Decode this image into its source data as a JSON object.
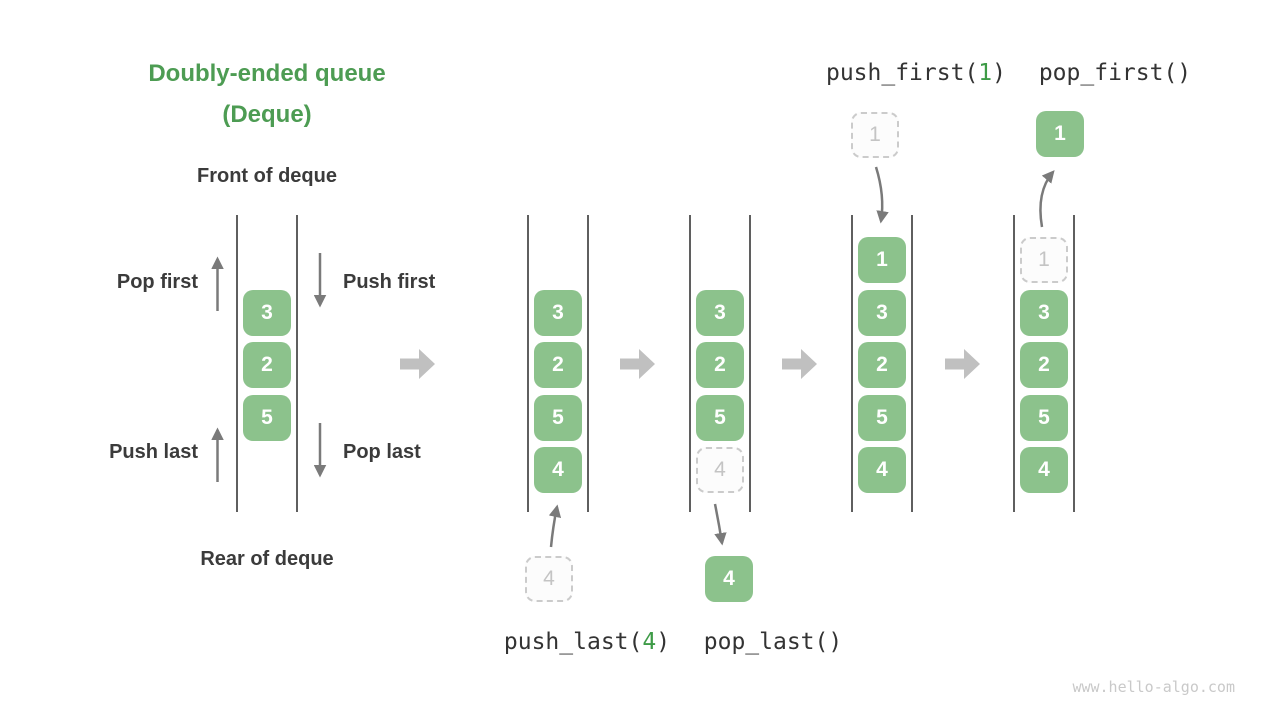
{
  "title": {
    "line1": "Doubly-ended queue",
    "line2": "(Deque)"
  },
  "left_diagram": {
    "front_label": "Front of deque",
    "rear_label": "Rear of deque",
    "ops": {
      "pop_first": "Pop first",
      "push_first": "Push first",
      "push_last": "Push last",
      "pop_last": "Pop last"
    },
    "cells": [
      {
        "value": "3",
        "slot": 1,
        "style": "solid"
      },
      {
        "value": "2",
        "slot": 2,
        "style": "solid"
      },
      {
        "value": "5",
        "slot": 3,
        "style": "solid"
      }
    ]
  },
  "code_labels": {
    "push_first": {
      "prefix": "push_first(",
      "arg": "1",
      "suffix": ")"
    },
    "pop_first": {
      "text": "pop_first()"
    },
    "push_last": {
      "prefix": "push_last(",
      "arg": "4",
      "suffix": ")"
    },
    "pop_last": {
      "text": "pop_last()"
    }
  },
  "states": [
    {
      "name": "after-initial-push-last",
      "cells": [
        {
          "value": "3",
          "slot": 1,
          "style": "solid"
        },
        {
          "value": "2",
          "slot": 2,
          "style": "solid"
        },
        {
          "value": "5",
          "slot": 3,
          "style": "solid"
        },
        {
          "value": "4",
          "slot": 4,
          "style": "solid"
        }
      ],
      "external": {
        "value": "4",
        "style": "ghost",
        "pos": "below"
      }
    },
    {
      "name": "after-pop-last",
      "cells": [
        {
          "value": "3",
          "slot": 1,
          "style": "solid"
        },
        {
          "value": "2",
          "slot": 2,
          "style": "solid"
        },
        {
          "value": "5",
          "slot": 3,
          "style": "solid"
        },
        {
          "value": "4",
          "slot": 4,
          "style": "ghost"
        }
      ],
      "external": {
        "value": "4",
        "style": "solid",
        "pos": "below"
      }
    },
    {
      "name": "after-push-first",
      "cells": [
        {
          "value": "1",
          "slot": 0,
          "style": "solid"
        },
        {
          "value": "3",
          "slot": 1,
          "style": "solid"
        },
        {
          "value": "2",
          "slot": 2,
          "style": "solid"
        },
        {
          "value": "5",
          "slot": 3,
          "style": "solid"
        },
        {
          "value": "4",
          "slot": 4,
          "style": "solid"
        }
      ],
      "external": {
        "value": "1",
        "style": "ghost",
        "pos": "above"
      }
    },
    {
      "name": "after-pop-first",
      "cells": [
        {
          "value": "1",
          "slot": 0,
          "style": "ghost"
        },
        {
          "value": "3",
          "slot": 1,
          "style": "solid"
        },
        {
          "value": "2",
          "slot": 2,
          "style": "solid"
        },
        {
          "value": "5",
          "slot": 3,
          "style": "solid"
        },
        {
          "value": "4",
          "slot": 4,
          "style": "solid"
        }
      ],
      "external": {
        "value": "1",
        "style": "solid",
        "pos": "above"
      }
    }
  ],
  "watermark": "www.hello-algo.com",
  "colors": {
    "title_green": "#4D9C53",
    "code_green": "#3E9B47",
    "cell_green": "#8CC28C",
    "dark_text": "#3B3B3B",
    "ghost_border": "#CBCBCB",
    "thin_arrow": "#7A7A7A",
    "block_arrow": "#C0C0C0",
    "rail": "#5F5F5F",
    "watermark": "#C9C9C9"
  }
}
